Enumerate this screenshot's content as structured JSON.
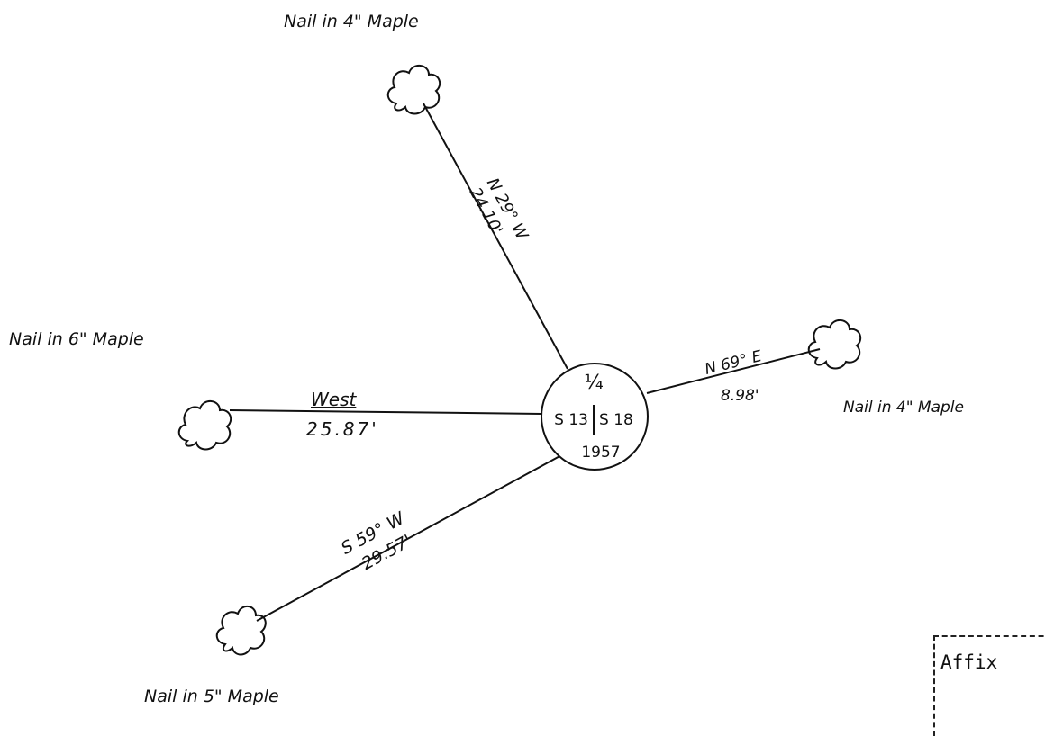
{
  "trees": {
    "north": {
      "label": "Nail in 4\" Maple"
    },
    "west": {
      "label": "Nail in 6\" Maple"
    },
    "east": {
      "label": "Nail in 4\" Maple"
    },
    "southwest": {
      "label": "Nail in 5\" Maple"
    }
  },
  "ties": {
    "north": {
      "bearing": "N 29° W",
      "distance": "24.10'"
    },
    "west": {
      "bearing": "West",
      "distance": "25.87'"
    },
    "east": {
      "bearing": "N 69° E",
      "distance": "8.98'"
    },
    "southwest": {
      "bearing": "S 59° W",
      "distance": "29.57'"
    }
  },
  "corner": {
    "fraction": "¼",
    "section_left": "S 13",
    "section_right": "S 18",
    "year": "1957"
  },
  "affix": {
    "text": "Affix"
  }
}
